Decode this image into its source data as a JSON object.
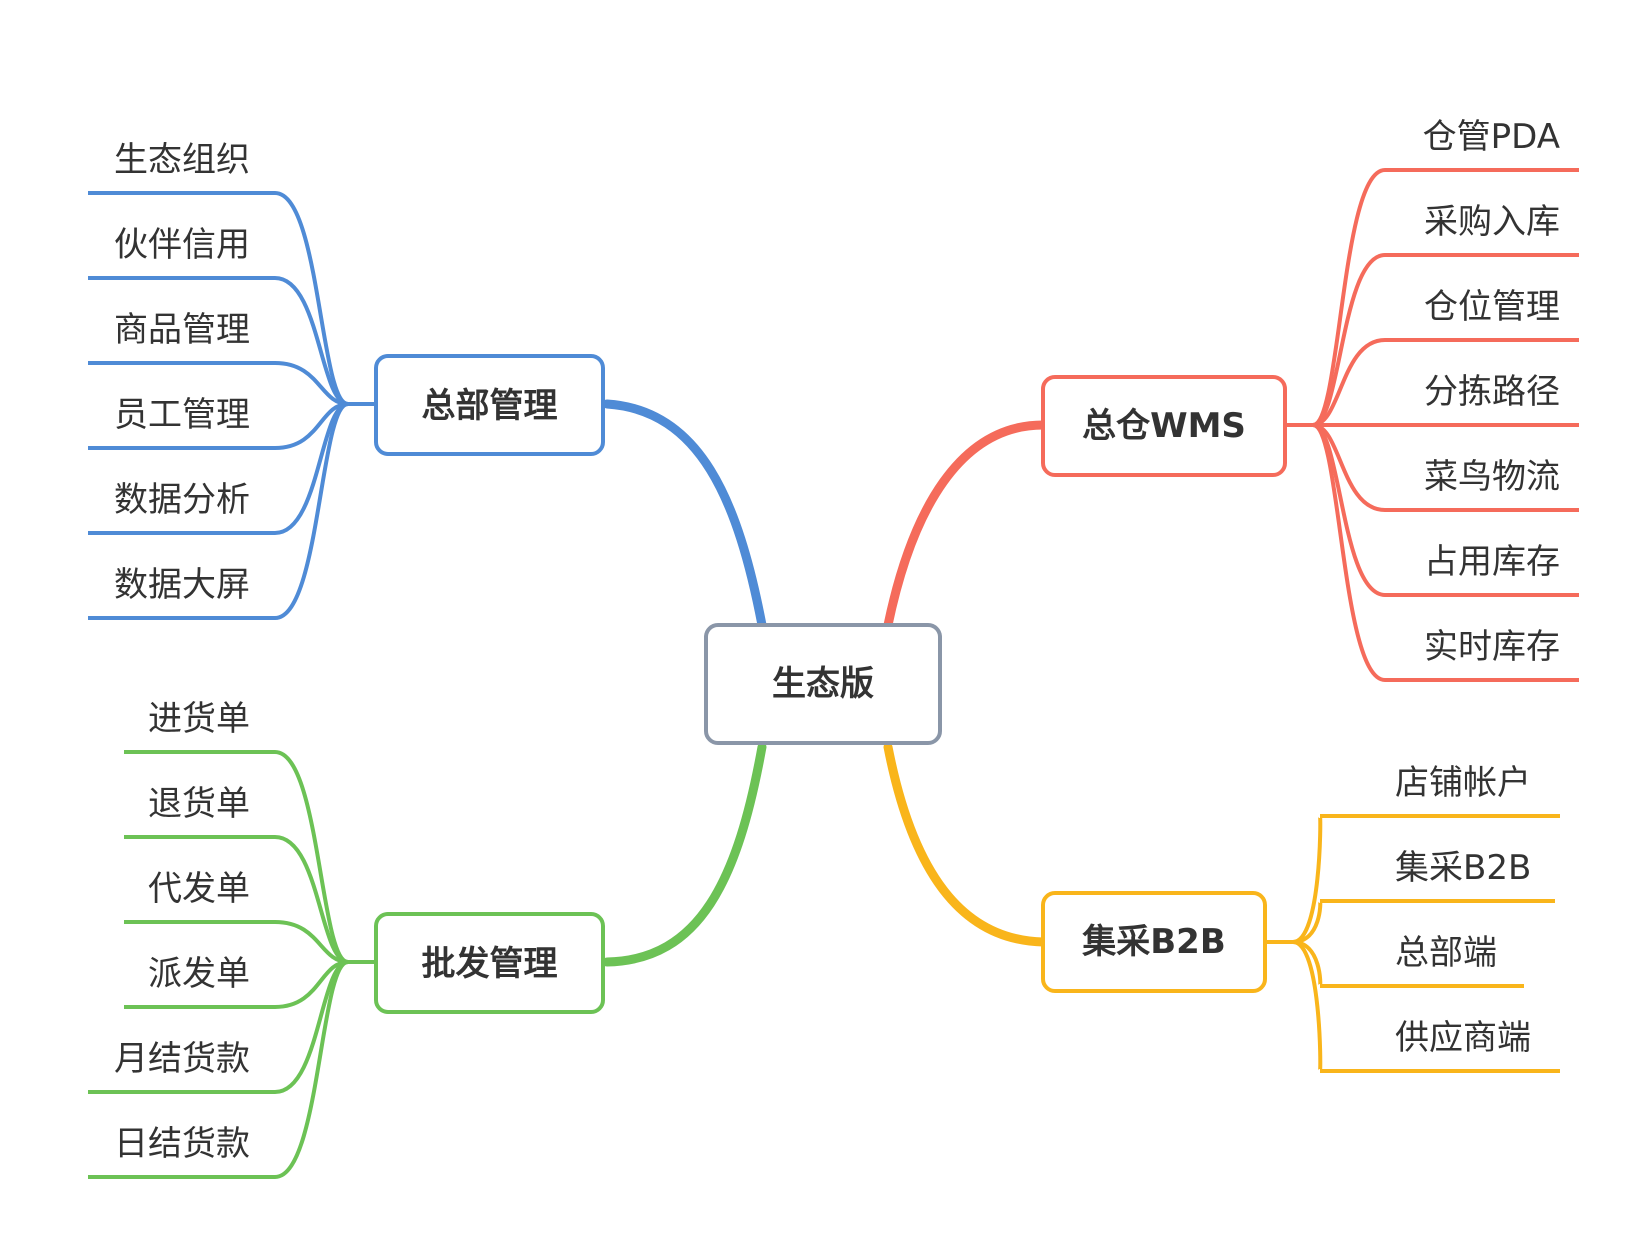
{
  "root": {
    "label": "生态版",
    "color": "#8a96a8"
  },
  "branches": [
    {
      "label": "总部管理",
      "color": "#4f8bd6",
      "children": [
        "生态组织",
        "伙伴信用",
        "商品管理",
        "员工管理",
        "数据分析",
        "数据大屏"
      ]
    },
    {
      "label": "批发管理",
      "color": "#6cc255",
      "children": [
        "进货单",
        "退货单",
        "代发单",
        "派发单",
        "月结货款",
        "日结货款"
      ]
    },
    {
      "label": "总仓WMS",
      "color": "#f56b5b",
      "children": [
        "仓管PDA",
        "采购入库",
        "仓位管理",
        "分拣路径",
        "菜鸟物流",
        "占用库存",
        "实时库存"
      ]
    },
    {
      "label": "集采B2B",
      "color": "#f9b51b",
      "children": [
        "店铺帐户",
        "集采B2B",
        "总部端",
        "供应商端"
      ]
    }
  ]
}
